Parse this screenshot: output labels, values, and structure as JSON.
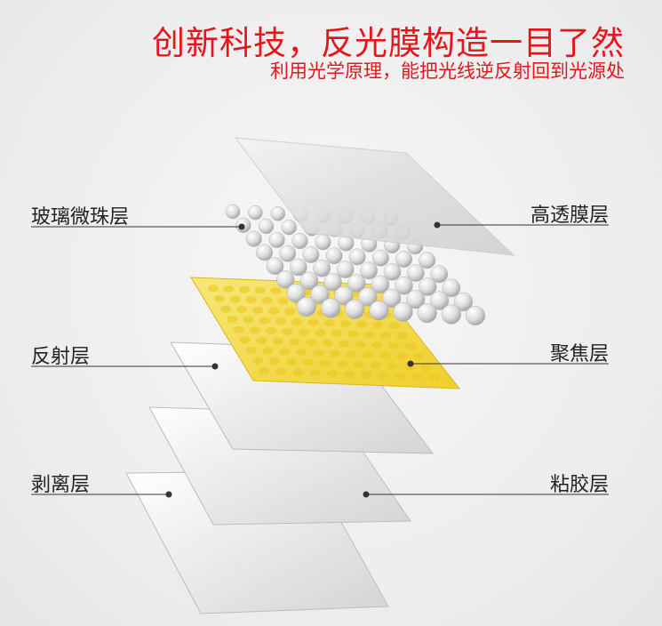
{
  "header": {
    "title": "创新科技，反光膜构造一目了然",
    "subtitle": "利用光学原理，能把光线逆反射回到光源处"
  },
  "labels": {
    "left": [
      "玻璃微珠层",
      "反射层",
      "剥离层"
    ],
    "right": [
      "高透膜层",
      "聚焦层",
      "粘胶层"
    ]
  },
  "colors": {
    "title": "#e8141b",
    "focus_layer": "#f2d73a",
    "text": "#222222"
  }
}
